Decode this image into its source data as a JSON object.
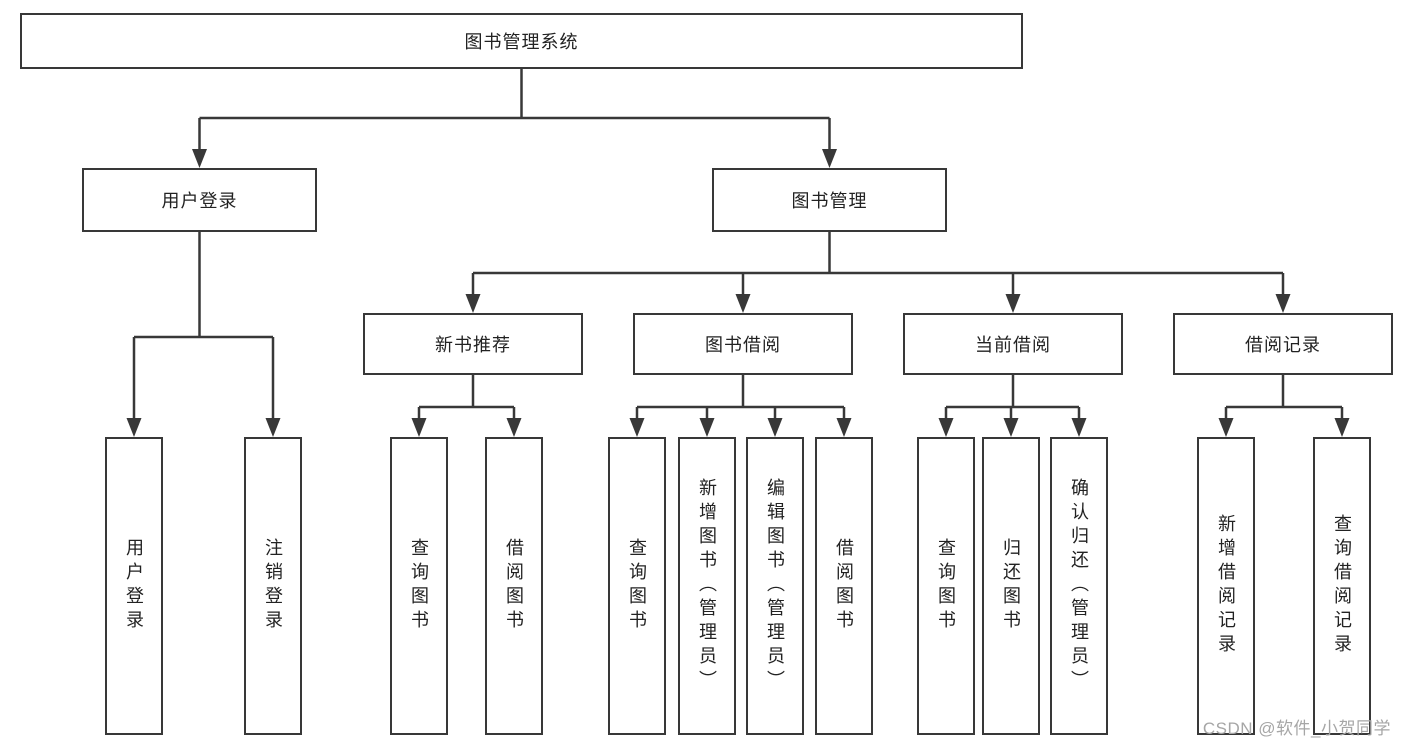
{
  "title": "图书管理系统",
  "watermark": "CSDN @软件_小贺同学",
  "colors": {
    "background": "#ffffff",
    "box_border": "#383838",
    "connector_line": "#383838",
    "text": "#222222",
    "watermark_text": "#a6a6a6"
  },
  "nodes": {
    "root": {
      "label": "图书管理系统"
    },
    "level2": [
      {
        "label": "用户登录"
      },
      {
        "label": "图书管理"
      }
    ],
    "level3": [
      {
        "label": "新书推荐"
      },
      {
        "label": "图书借阅"
      },
      {
        "label": "当前借阅"
      },
      {
        "label": "借阅记录"
      }
    ],
    "leaves": [
      {
        "label": "用户登录"
      },
      {
        "label": "注销登录"
      },
      {
        "label": "查询图书"
      },
      {
        "label": "借阅图书"
      },
      {
        "label": "查询图书"
      },
      {
        "label": "新增图书（管理员）"
      },
      {
        "label": "编辑图书（管理员）"
      },
      {
        "label": "借阅图书"
      },
      {
        "label": "查询图书"
      },
      {
        "label": "归还图书"
      },
      {
        "label": "确认归还（管理员）"
      },
      {
        "label": "新增借阅记录"
      },
      {
        "label": "查询借阅记录"
      }
    ]
  },
  "hierarchy": {
    "图书管理系统": [
      "用户登录",
      "图书管理"
    ],
    "用户登录": [
      "用户登录",
      "注销登录"
    ],
    "图书管理": [
      "新书推荐",
      "图书借阅",
      "当前借阅",
      "借阅记录"
    ],
    "新书推荐": [
      "查询图书",
      "借阅图书"
    ],
    "图书借阅": [
      "查询图书",
      "新增图书（管理员）",
      "编辑图书（管理员）",
      "借阅图书"
    ],
    "当前借阅": [
      "查询图书",
      "归还图书",
      "确认归还（管理员）"
    ],
    "借阅记录": [
      "新增借阅记录",
      "查询借阅记录"
    ]
  }
}
